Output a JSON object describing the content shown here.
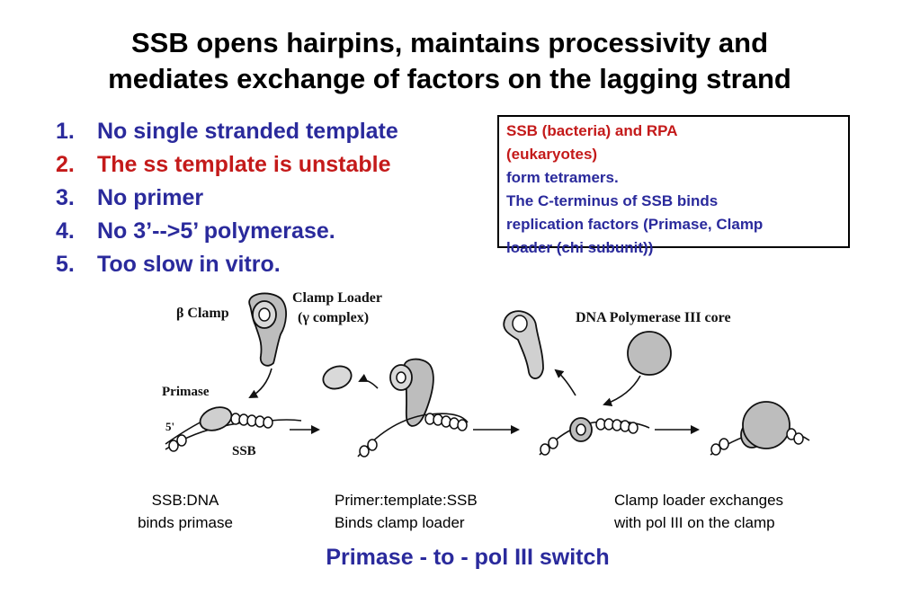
{
  "title": {
    "line1": "SSB opens hairpins, maintains processivity and",
    "line2": "mediates exchange of factors on the lagging strand"
  },
  "problems": [
    {
      "num": "1.",
      "text": "No single stranded template",
      "color": "#2a2a9c"
    },
    {
      "num": "2.",
      "text": "The ss template is unstable",
      "color": "#c41a1a"
    },
    {
      "num": "3.",
      "text": "No primer",
      "color": "#2a2a9c"
    },
    {
      "num": "4.",
      "text": "No 3’-->5’ polymerase.",
      "color": "#2a2a9c"
    },
    {
      "num": "5.",
      "text": "Too slow in vitro.",
      "color": "#2a2a9c"
    }
  ],
  "info": {
    "line1": "SSB (bacteria) and RPA",
    "line2": "(eukaryotes)",
    "line3": "form tetramers.",
    "line4": "The C-terminus of SSB binds",
    "line5": "replication factors (Primase, Clamp",
    "line6": "loader (chi subunit))",
    "red_color": "#c41a1a",
    "blue_color": "#2a2a9c"
  },
  "diagram": {
    "beta_clamp_label": "β Clamp",
    "clamp_loader_label_1": "Clamp Loader",
    "clamp_loader_label_2": "(γ complex)",
    "primase_label": "Primase",
    "five_prime_label": "5'",
    "ssb_label": "SSB",
    "pol_core_label": "DNA Polymerase III core"
  },
  "captions": {
    "step1_line1": "SSB:DNA",
    "step1_line2": "binds primase",
    "step2_line1": "Primer:template:SSB",
    "step2_line2": "Binds clamp loader",
    "step3_line1": "Clamp loader exchanges",
    "step3_line2": "with pol III on the clamp"
  },
  "bottom_title": "Primase - to - pol III switch"
}
